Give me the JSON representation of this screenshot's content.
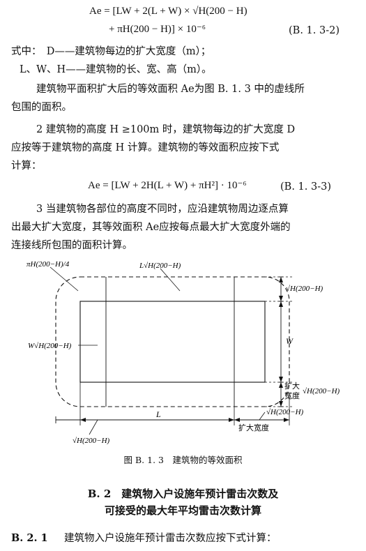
{
  "equations": {
    "b132_line1": "Ae = [LW + 2(L + W) × √H(200 − H)",
    "b132_line2": "+ πH(200 − H)] × 10⁻⁶",
    "b132_tag": "(B. 1. 3-2)",
    "b133": "Ae = [LW + 2H(L + W) + πH²] · 10⁻⁶",
    "b133_tag": "(B. 1. 3-3)"
  },
  "definitions": {
    "line1": "式中：　D——建筑物每边的扩大宽度（m）；",
    "line2": "L、W、H——建筑物的长、宽、高（m）。"
  },
  "paragraphs": {
    "p1_line1": "建筑物平面积扩大后的等效面积 Ae为图 B. 1. 3 中的虚线所",
    "p1_line2": "包围的面积。",
    "p2_line1": "2  建筑物的高度 H ≥100m 时，建筑物每边的扩大宽度 D",
    "p2_line2": "应按等于建筑物的高度 H 计算。建筑物的等效面积应按下式",
    "p2_line3": "计算：",
    "p3_line1": "3  当建筑物各部位的高度不同时，应沿建筑物周边逐点算",
    "p3_line2": "出最大扩大宽度，其等效面积 Ae应按每点最大扩大宽度外端的",
    "p3_line3": "连接线所包围的面积计算。"
  },
  "figure": {
    "label_corner_arc": "πH(200−H)/4",
    "label_top": "L√H(200−H)",
    "label_left": "W√H(200−H)",
    "label_right_top": "√H(200−H)",
    "label_W": "W",
    "label_expand_1": "扩大",
    "label_expand_2": "宽度",
    "label_right_mid": "√H(200−H)",
    "label_right_bottom": "√H(200−H)",
    "label_L": "L",
    "label_expand_width": "扩大宽度",
    "label_bottom_left": "√H(200−H)",
    "caption": "图 B. 1. 3　建筑物的等效面积"
  },
  "section": {
    "title_line1": "B. 2　建筑物入户设施年预计雷击次数及",
    "title_line2": "可接受的最大年平均雷击次数计算",
    "clause_num": "B. 2. 1",
    "clause_text": "建筑物入户设施年预计雷击次数应按下式计算："
  }
}
